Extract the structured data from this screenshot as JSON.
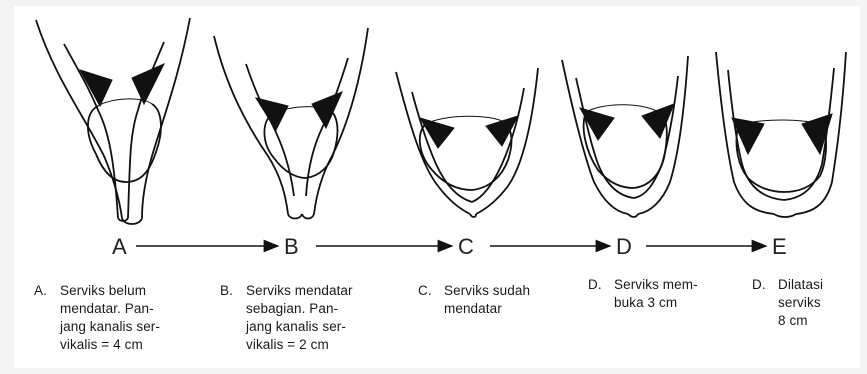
{
  "stages": [
    {
      "letter": "A",
      "caption_label": "A.",
      "caption_lines": [
        "Serviks belum",
        "mendatar. Pan-",
        "jang kanalis ser-",
        "vikalis = 4 cm"
      ]
    },
    {
      "letter": "B",
      "caption_label": "B.",
      "caption_lines": [
        "Serviks mendatar",
        "sebagian. Pan-",
        "jang kanalis ser-",
        "vikalis = 2 cm"
      ]
    },
    {
      "letter": "C",
      "caption_label": "C.",
      "caption_lines": [
        "Serviks sudah",
        "mendatar"
      ]
    },
    {
      "letter": "D",
      "caption_label": "D.",
      "caption_lines": [
        "Serviks mem-",
        "buka 3 cm"
      ]
    },
    {
      "letter": "E",
      "caption_label": "D.",
      "caption_lines": [
        "Dilatasi",
        "serviks",
        "8 cm"
      ]
    }
  ],
  "colors": {
    "background": "#f4f4f4",
    "figure": "#ffffff",
    "ink": "#111111"
  }
}
